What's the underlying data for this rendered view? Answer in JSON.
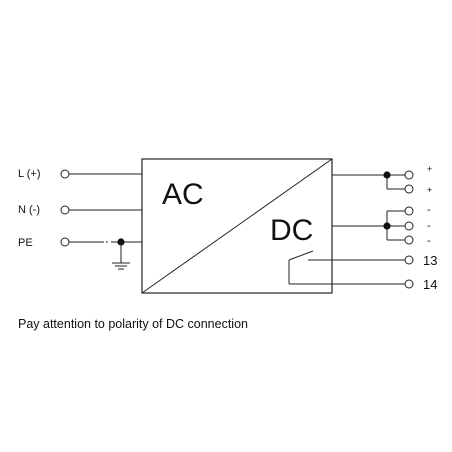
{
  "inputs": {
    "l_label": "L (+)",
    "n_label": "N (-)",
    "pe_label": "PE"
  },
  "converter": {
    "ac_label": "AC",
    "dc_label": "DC"
  },
  "outputs": {
    "plus_1": "+",
    "plus_2": "+",
    "minus_1": "-",
    "minus_2": "-",
    "minus_3": "-",
    "relay_13": "13",
    "relay_14": "14"
  },
  "note": "Pay attention to polarity of DC connection",
  "colors": {
    "line": "#222222",
    "text": "#111111",
    "background": "#ffffff"
  }
}
